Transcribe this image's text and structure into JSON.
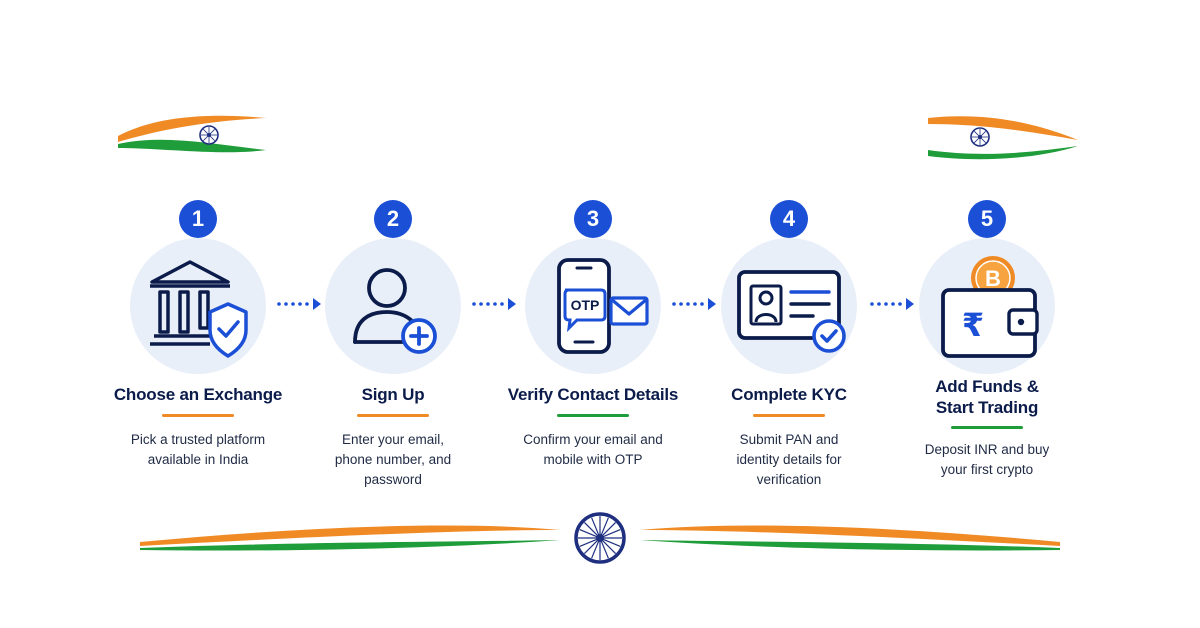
{
  "steps": [
    {
      "number": "1",
      "title": "Choose an Exchange",
      "description": "Pick a trusted platform available in India",
      "icon": "bank-shield-icon",
      "underline_color": "#f08a24"
    },
    {
      "number": "2",
      "title": "Sign Up",
      "description": "Enter your email, phone number, and password",
      "icon": "user-add-icon",
      "underline_color": "#f08a24"
    },
    {
      "number": "3",
      "title": "Verify Contact Details",
      "description": "Confirm your email and mobile with OTP",
      "icon": "phone-otp-icon",
      "underline_color": "#1f9d3a"
    },
    {
      "number": "4",
      "title": "Complete KYC",
      "description": "Submit PAN and identity details for verification",
      "icon": "id-card-icon",
      "underline_color": "#f08a24"
    },
    {
      "number": "5",
      "title": "Add Funds & Start Trading",
      "description": "Deposit INR and buy your first crypto",
      "icon": "wallet-bitcoin-icon",
      "underline_color": "#1f9d3a"
    }
  ],
  "otp_label": "OTP",
  "bitcoin_symbol": "B",
  "rupee_symbol": "₹",
  "colors": {
    "primary_blue": "#1a4fd6",
    "navy": "#0b1b4a",
    "saffron": "#f08a24",
    "green": "#1f9d3a",
    "icon_bg": "#e9eff9",
    "chakra": "#1f2f80"
  }
}
